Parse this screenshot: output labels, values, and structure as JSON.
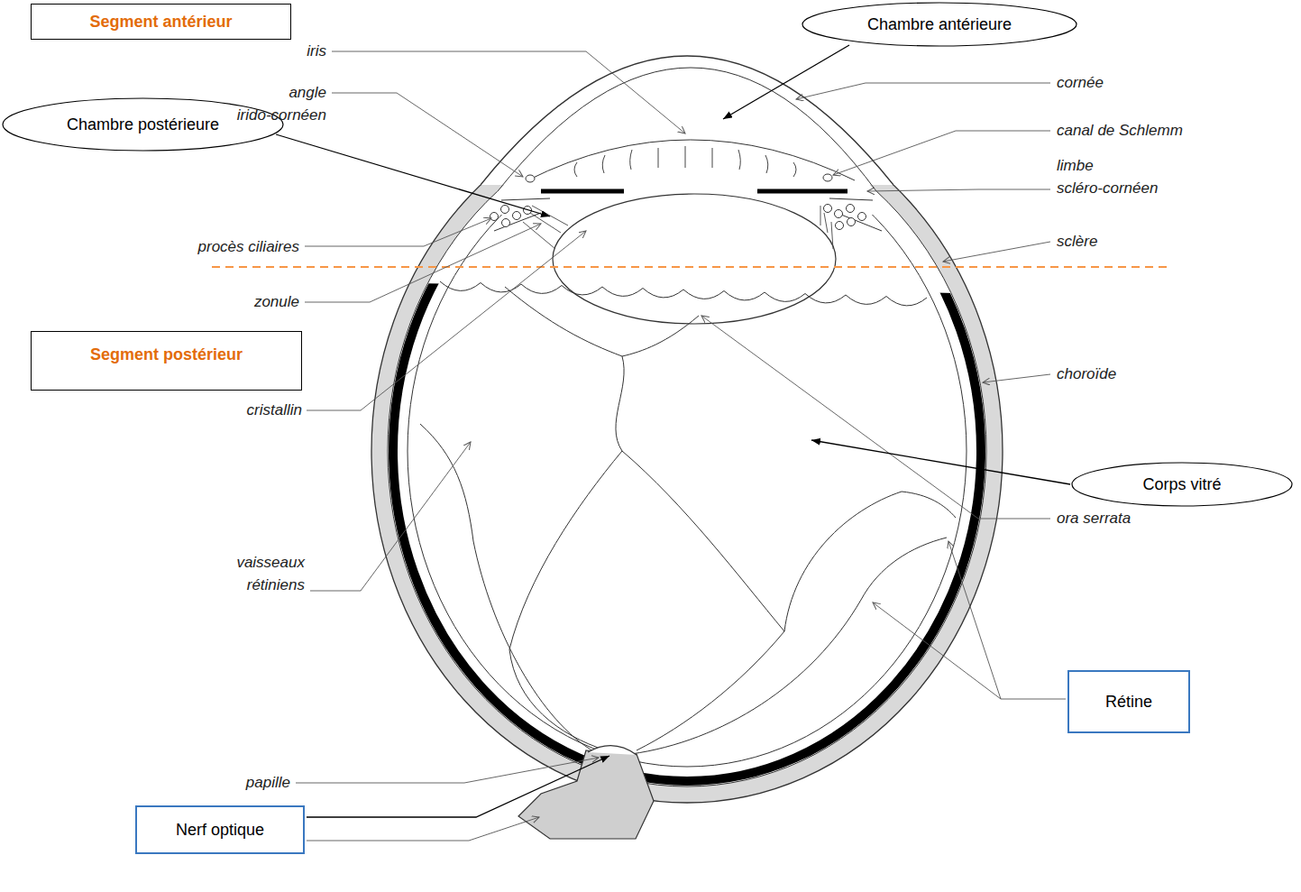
{
  "diagram": {
    "nodes": [
      {
        "text": [
          "Segment antérieur"
        ]
      },
      {
        "text": [
          "Chambre antérieure"
        ]
      },
      {
        "text": [
          "Chambre postérieure"
        ]
      },
      {
        "text": [
          "Segment postérieur"
        ]
      },
      {
        "text": [
          "Corps vitré"
        ]
      },
      {
        "text": [
          "Rétine"
        ]
      },
      {
        "text": [
          "Nerf optique"
        ]
      }
    ],
    "labels": [
      "iris",
      "angle irido-cornéen",
      "procès ciliaires",
      "zonule",
      "cristallin",
      "vaisseaux rétiniens",
      "papille",
      "cornée",
      "canal de Schlemm",
      "limbe scléro-cornéen",
      "sclère",
      "choroïde",
      "ora serrata"
    ]
  }
}
